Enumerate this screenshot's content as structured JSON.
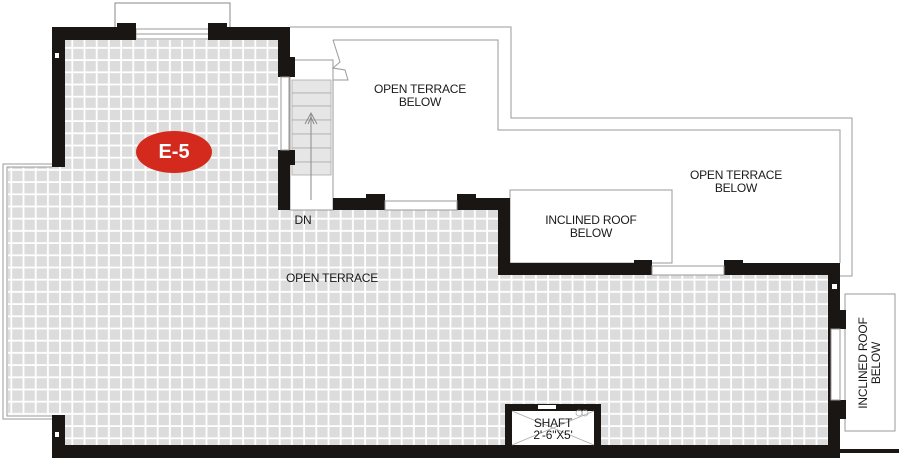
{
  "plan": {
    "unit_badge": {
      "text": "E-5",
      "color": "#d42a1e"
    },
    "colors": {
      "wall": "#1a1614",
      "tile": "#dcdcdc",
      "grout": "#ffffff",
      "outline": "#9a9a9a",
      "background": "#ffffff"
    },
    "labels": {
      "open_terrace": "OPEN TERRACE",
      "open_terrace_below_1_line1": "OPEN TERRACE",
      "open_terrace_below_1_line2": "BELOW",
      "open_terrace_below_2_line1": "OPEN TERRACE",
      "open_terrace_below_2_line2": "BELOW",
      "inclined_roof_below_1_line1": "INCLINED ROOF",
      "inclined_roof_below_1_line2": "BELOW",
      "inclined_roof_below_2_line1": "INCLINED ROOF",
      "inclined_roof_below_2_line2": "BELOW",
      "stair_direction": "DN",
      "shaft_line1": "SHAFT",
      "shaft_line2": "2'-6\"X5'"
    }
  }
}
